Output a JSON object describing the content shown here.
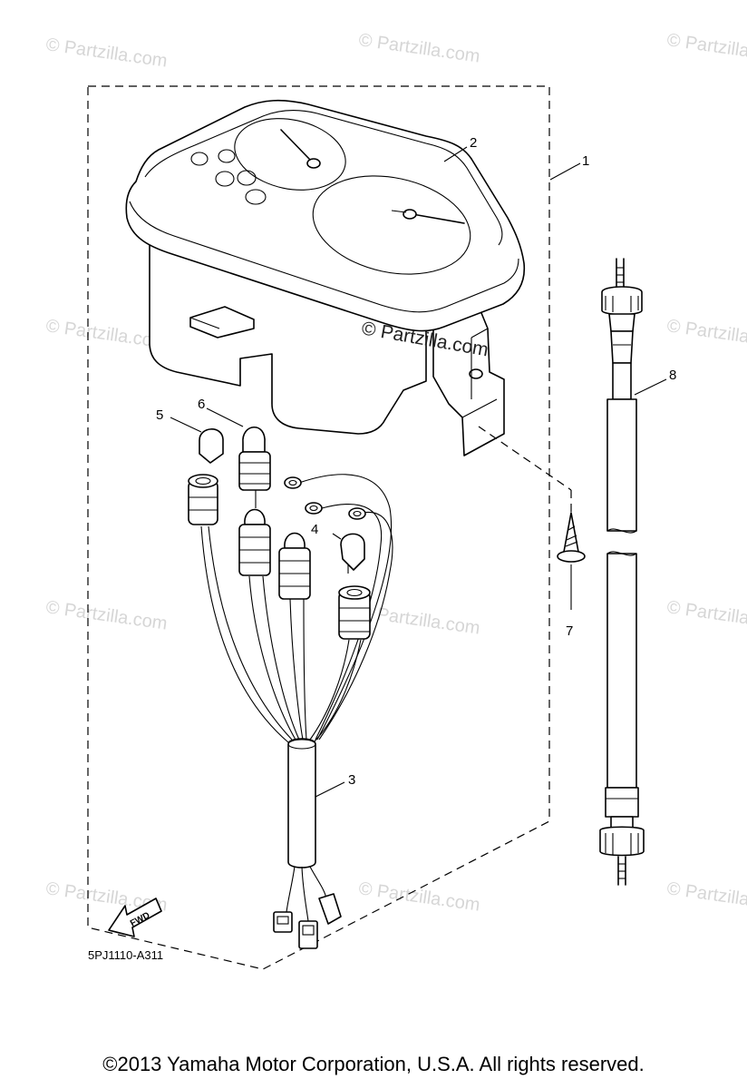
{
  "watermark": "© Partzilla.com",
  "watermark_center": "© Partzilla.com",
  "diagram_code": "5PJ1110-A311",
  "fwd_label": "FWD",
  "callouts": [
    "1",
    "2",
    "3",
    "4",
    "5",
    "6",
    "7",
    "8"
  ],
  "copyright": "©2013 Yamaha Motor Corporation, U.S.A. All rights reserved."
}
